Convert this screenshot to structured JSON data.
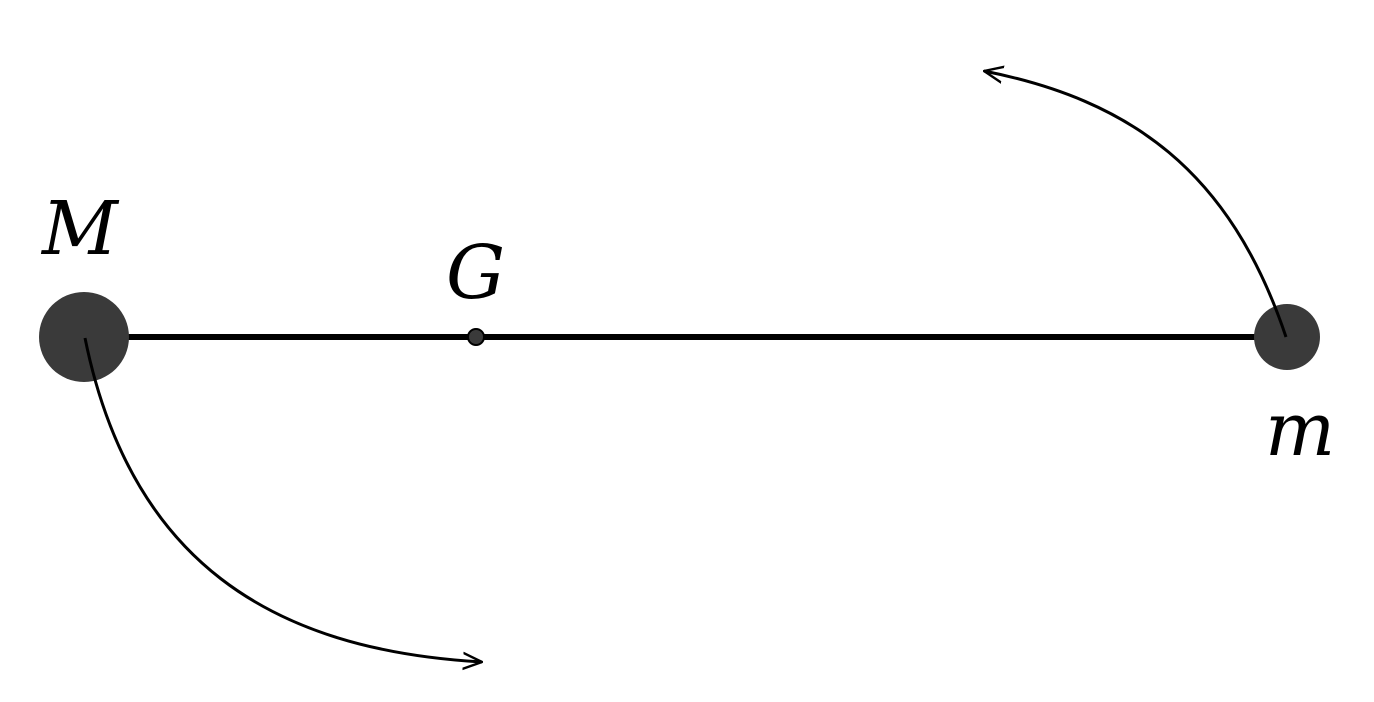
{
  "diagram": {
    "labels": {
      "large_mass": "M",
      "center_of_mass": "G",
      "small_mass": "m"
    },
    "colors": {
      "background": "#ffffff",
      "mass_fill": "#3a3a3a",
      "line": "#000000"
    }
  }
}
